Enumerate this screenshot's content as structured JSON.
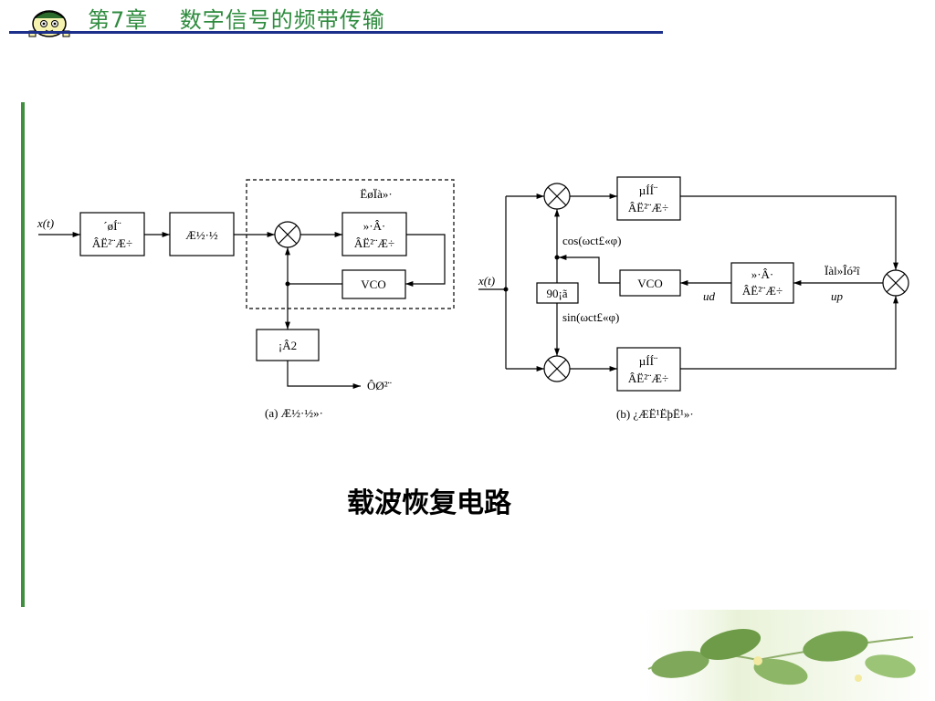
{
  "header": {
    "title": "第7章    数字信号的频带传输"
  },
  "diagram_a": {
    "input_label": "x(t)",
    "block1_line1": "´øÍ¨",
    "block1_line2": "ÂË²¨Æ÷",
    "block2": "Æ½·½",
    "pll_label": "ËøÏà»·",
    "loop_filter_line1": "»·Â·",
    "loop_filter_line2": "ÂË²¨Æ÷",
    "vco": "VCO",
    "divider": "¡Â2",
    "output_label": "ÔØ²¨",
    "caption": "(a)   Æ½·½»·"
  },
  "diagram_b": {
    "input_label": "x(t)",
    "lpf_top_line1": "µÍÍ¨",
    "lpf_top_line2": "ÂË²¨Æ÷",
    "lpf_bottom_line1": "µÍÍ¨",
    "lpf_bottom_line2": "ÂË²¨Æ÷",
    "cos_label": "cos(ωct£«φ)",
    "sin_label": "sin(ωct£«φ)",
    "phase_shift": "90¡ã",
    "vco": "VCO",
    "loop_filter_line1": "»·Â·",
    "loop_filter_line2": "ÂË²¨Æ÷",
    "ud_label": "ud",
    "up_label": "up",
    "detector_label": "Ïàl»Îó²î",
    "caption": "(b)   ¿ÆË¹ËþË¹»·"
  },
  "slide": {
    "caption": "载波恢复电路"
  },
  "colors": {
    "header_text": "#2e8b3e",
    "header_rule": "#1c2f8a",
    "left_rule": "#3f8f3f"
  }
}
